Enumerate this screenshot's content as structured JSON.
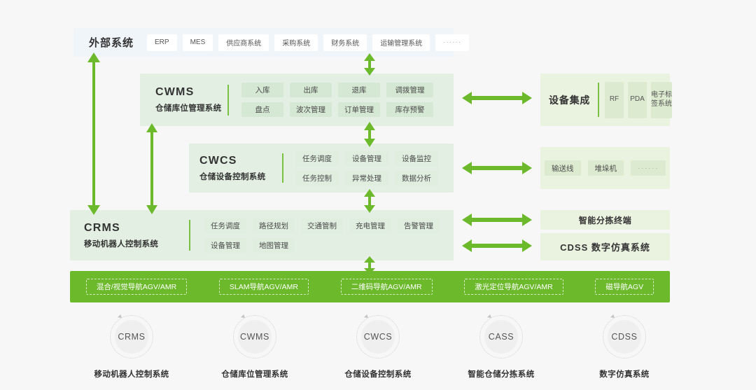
{
  "colors": {
    "page_bg": "#f7f7f7",
    "accent_green": "#6cb92c",
    "arrow_green": "#6cb92c",
    "panel_green": "#e2efe2",
    "right_panel_green": "#eaf2e0",
    "tag_green": "#d5e8d3",
    "external_panel_bg": "#f0f5fa"
  },
  "external": {
    "label": "外部系统",
    "chips": [
      "ERP",
      "MES",
      "供应商系统",
      "采购系统",
      "财务系统",
      "运输管理系统",
      "······"
    ]
  },
  "cwms": {
    "abbr": "CWMS",
    "cn": "仓储库位管理系统",
    "tags": [
      "入库",
      "出库",
      "退库",
      "调拨管理",
      "盘点",
      "波次管理",
      "订单管理",
      "库存预警"
    ]
  },
  "cwcs": {
    "abbr": "CWCS",
    "cn": "仓储设备控制系统",
    "tags": [
      "任务调度",
      "设备管理",
      "设备监控",
      "任务控制",
      "异常处理",
      "数据分析"
    ]
  },
  "crms": {
    "abbr": "CRMS",
    "cn": "移动机器人控制系统",
    "tags": [
      "任务调度",
      "路径规划",
      "交通管制",
      "充电管理",
      "告警管理",
      "设备管理",
      "地图管理"
    ]
  },
  "device_integration": {
    "label": "设备集成",
    "chips": [
      "RF",
      "PDA",
      "电子标签系统"
    ]
  },
  "conveyance": {
    "chips": [
      "输送线",
      "堆垛机",
      "······"
    ]
  },
  "sorting_terminal": {
    "label": "智能分拣终端"
  },
  "cdss_panel": {
    "label": "CDSS 数字仿真系统"
  },
  "agv_bar": {
    "chips": [
      "混合/视觉导航AGV/AMR",
      "SLAM导航AGV/AMR",
      "二维码导航AGV/AMR",
      "激光定位导航AGV/AMR",
      "磁导航AGV"
    ]
  },
  "legend": [
    {
      "abbr": "CRMS",
      "caption": "移动机器人控制系统"
    },
    {
      "abbr": "CWMS",
      "caption": "仓储库位管理系统"
    },
    {
      "abbr": "CWCS",
      "caption": "仓储设备控制系统"
    },
    {
      "abbr": "CASS",
      "caption": "智能仓储分拣系统"
    },
    {
      "abbr": "CDSS",
      "caption": "数字仿真系统"
    }
  ],
  "arrows": {
    "icon_vertical": "double-headed-vertical-arrow",
    "icon_horizontal": "double-headed-horizontal-arrow"
  }
}
